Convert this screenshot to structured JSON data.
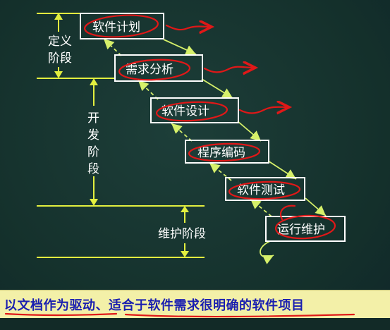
{
  "stages": {
    "definition": [
      "定义",
      "阶段"
    ],
    "development": [
      "开",
      "发",
      "阶",
      "段"
    ],
    "maintenance": "维护阶段"
  },
  "steps": [
    {
      "id": "plan",
      "label": "软件计划"
    },
    {
      "id": "analysis",
      "label": "需求分析"
    },
    {
      "id": "design",
      "label": "软件设计"
    },
    {
      "id": "coding",
      "label": "程序编码"
    },
    {
      "id": "testing",
      "label": "软件测试"
    },
    {
      "id": "maintain",
      "label": "运行维护"
    }
  ],
  "banner": "以文档作为驱动、适合于软件需求很明确的软件项目",
  "colors": {
    "box_border": "#ffffff",
    "arrow": "#d6f06a",
    "scale": "#e3ef3f",
    "annotation": "#e01818",
    "banner_bg": "#f3f0a8",
    "banner_text": "#1a1fb0"
  }
}
